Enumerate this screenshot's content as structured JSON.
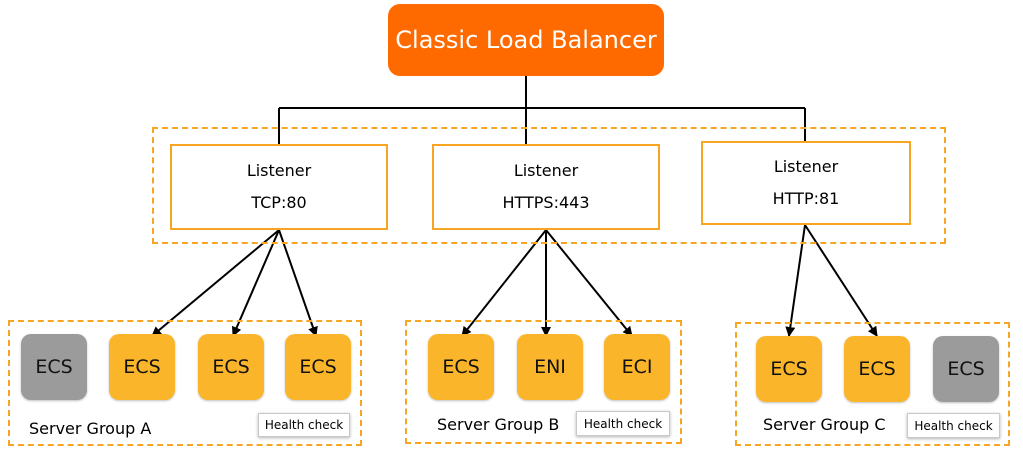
{
  "colors": {
    "load_balancer": "#ff6a00",
    "accent": "#f6a623",
    "healthy_node": "#fbb52b",
    "unhealthy_node": "#9b9b9b"
  },
  "load_balancer": {
    "label": "Classic Load Balancer"
  },
  "listeners": [
    {
      "title": "Listener",
      "port": "TCP:80"
    },
    {
      "title": "Listener",
      "port": "HTTPS:443"
    },
    {
      "title": "Listener",
      "port": "HTTP:81"
    }
  ],
  "groups": [
    {
      "label": "Server Group A",
      "health_check": "Health check",
      "nodes": [
        {
          "label": "ECS",
          "status": "unhealthy"
        },
        {
          "label": "ECS",
          "status": "healthy"
        },
        {
          "label": "ECS",
          "status": "healthy"
        },
        {
          "label": "ECS",
          "status": "healthy"
        }
      ]
    },
    {
      "label": "Server Group B",
      "health_check": "Health check",
      "nodes": [
        {
          "label": "ECS",
          "status": "healthy"
        },
        {
          "label": "ENI",
          "status": "healthy"
        },
        {
          "label": "ECI",
          "status": "healthy"
        }
      ]
    },
    {
      "label": "Server Group C",
      "health_check": "Health check",
      "nodes": [
        {
          "label": "ECS",
          "status": "healthy"
        },
        {
          "label": "ECS",
          "status": "healthy"
        },
        {
          "label": "ECS",
          "status": "unhealthy"
        }
      ]
    }
  ]
}
